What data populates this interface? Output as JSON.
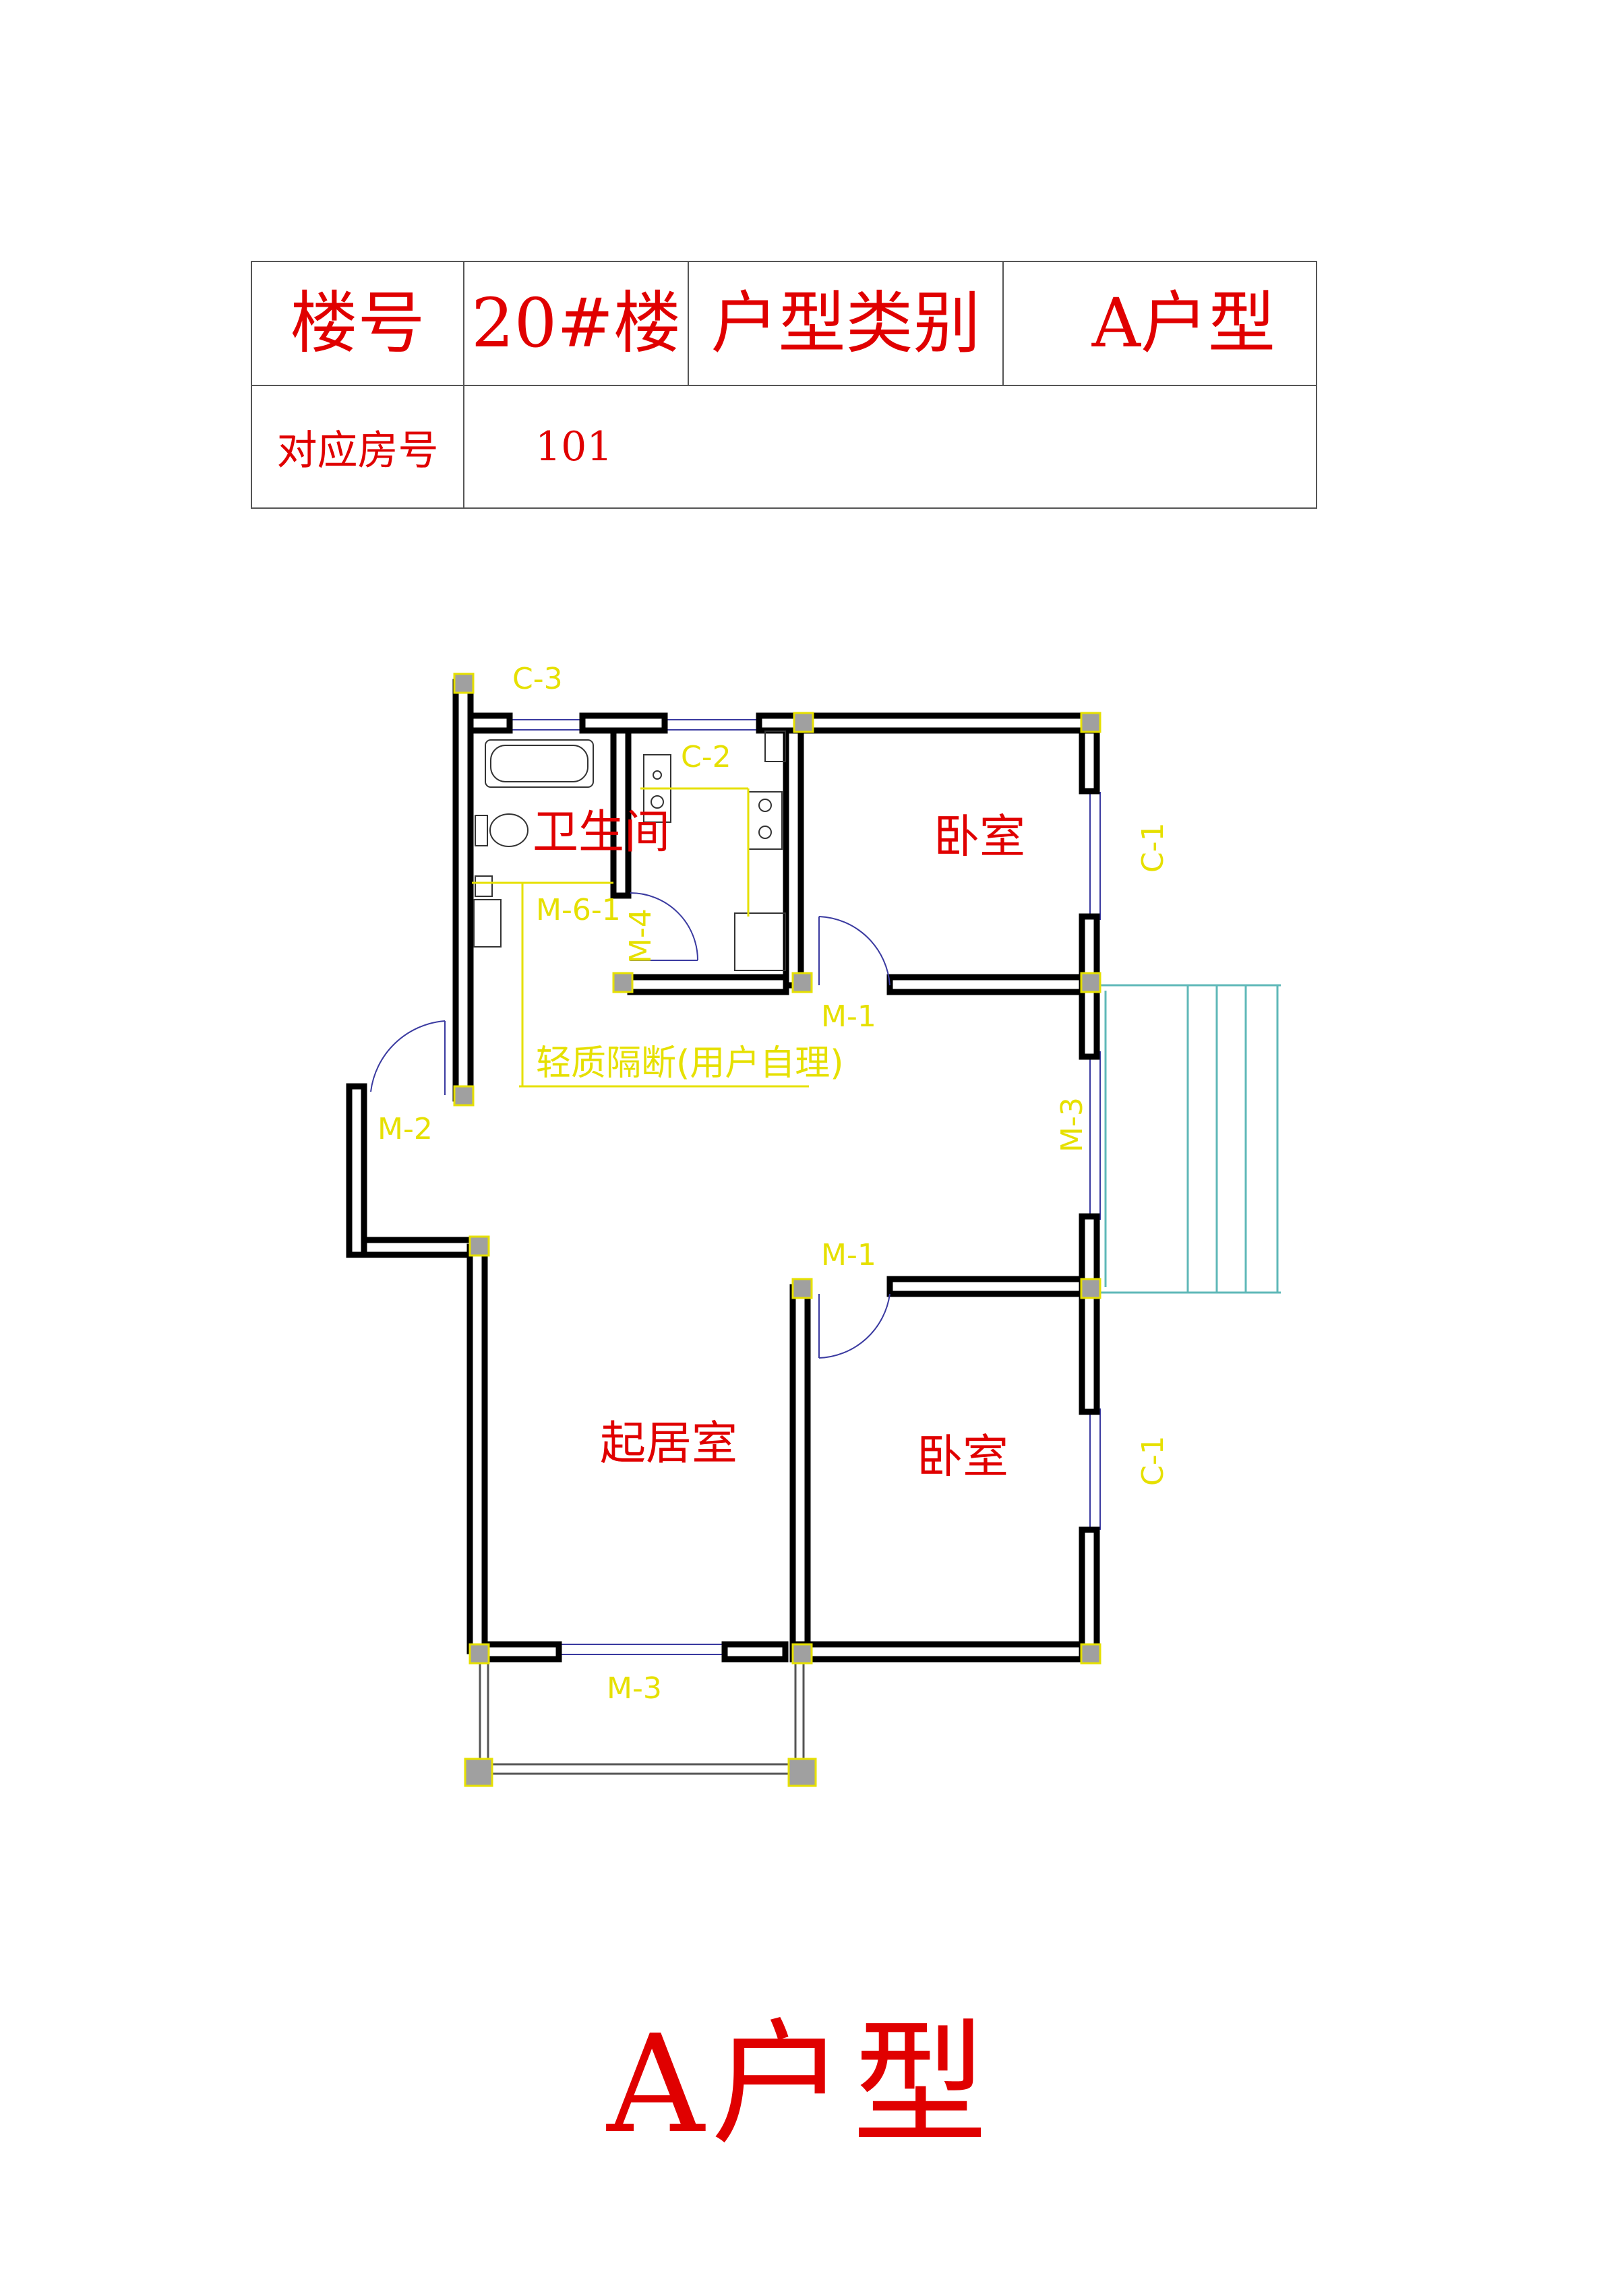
{
  "header_table": {
    "building_label": "楼号",
    "building_value": "20#楼",
    "type_label": "户型类别",
    "type_value": "A户型",
    "room_label": "对应房号",
    "room_value": "101"
  },
  "floor_plan": {
    "rooms": {
      "bathroom": "卫生间",
      "bedroom_top": "卧室",
      "bedroom_bottom": "卧室",
      "living_room": "起居室"
    },
    "partition_note": "轻质隔断(用户自理)",
    "markers": {
      "c3": "C-3",
      "c2": "C-2",
      "c1_top": "C-1",
      "c1_bottom": "C-1",
      "m6": "M-6-1",
      "m4": "M-4",
      "m1_top": "M-1",
      "m1_bottom": "M-1",
      "m2": "M-2",
      "m3_right": "M-3",
      "m3_bottom": "M-3"
    }
  },
  "footer": {
    "title": "A户型"
  },
  "colors": {
    "label_red": "#e00000",
    "marker_yellow": "#e6e000",
    "wall": "#000000",
    "column": "#a0a0a0",
    "stair": "#5fb8b8",
    "door_arc": "#3a3aa0"
  }
}
